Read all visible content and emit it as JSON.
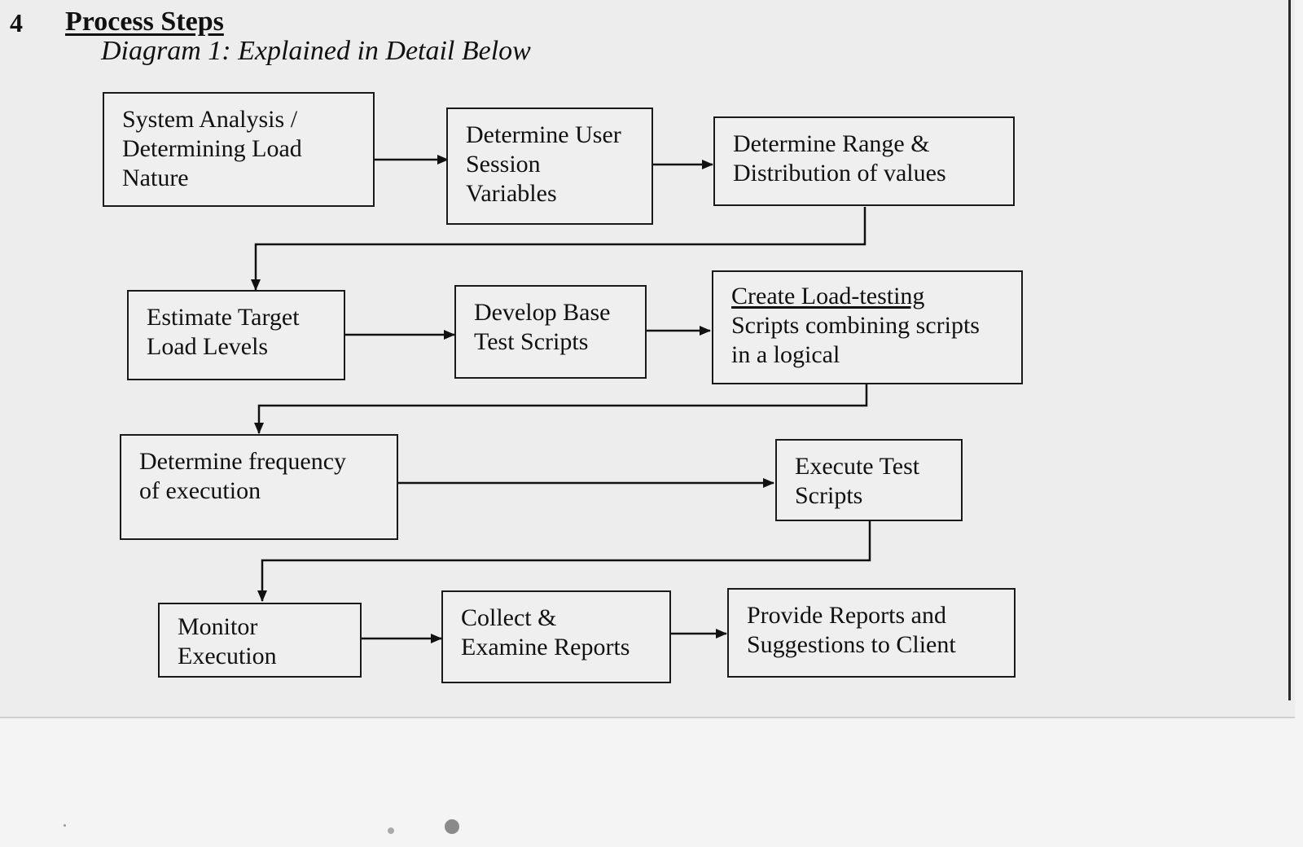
{
  "header": {
    "section_number": "4",
    "section_title": "Process Steps",
    "diagram_caption": "Diagram 1: Explained in Detail Below"
  },
  "steps": [
    {
      "id": "system-analysis",
      "lines": [
        "System Analysis /",
        "Determining Load",
        "Nature"
      ]
    },
    {
      "id": "user-session-variables",
      "lines": [
        "Determine User",
        "Session",
        "Variables"
      ]
    },
    {
      "id": "range-distribution",
      "lines": [
        "Determine Range &",
        "Distribution of values"
      ]
    },
    {
      "id": "target-load-levels",
      "lines": [
        "Estimate Target",
        "Load Levels"
      ]
    },
    {
      "id": "base-test-scripts",
      "lines": [
        "Develop Base",
        "Test Scripts"
      ]
    },
    {
      "id": "load-testing-scripts",
      "lines": [
        "Create Load-testing",
        "Scripts combining scripts",
        "in a logical"
      ]
    },
    {
      "id": "frequency-of-execution",
      "lines": [
        "Determine frequency",
        "of execution"
      ]
    },
    {
      "id": "execute-test-scripts",
      "lines": [
        "Execute Test",
        "Scripts"
      ]
    },
    {
      "id": "monitor-execution",
      "lines": [
        "Monitor",
        "Execution"
      ]
    },
    {
      "id": "collect-examine-reports",
      "lines": [
        "Collect &",
        "Examine Reports"
      ]
    },
    {
      "id": "provide-reports",
      "lines": [
        "Provide Reports and",
        "Suggestions to Client"
      ]
    }
  ]
}
